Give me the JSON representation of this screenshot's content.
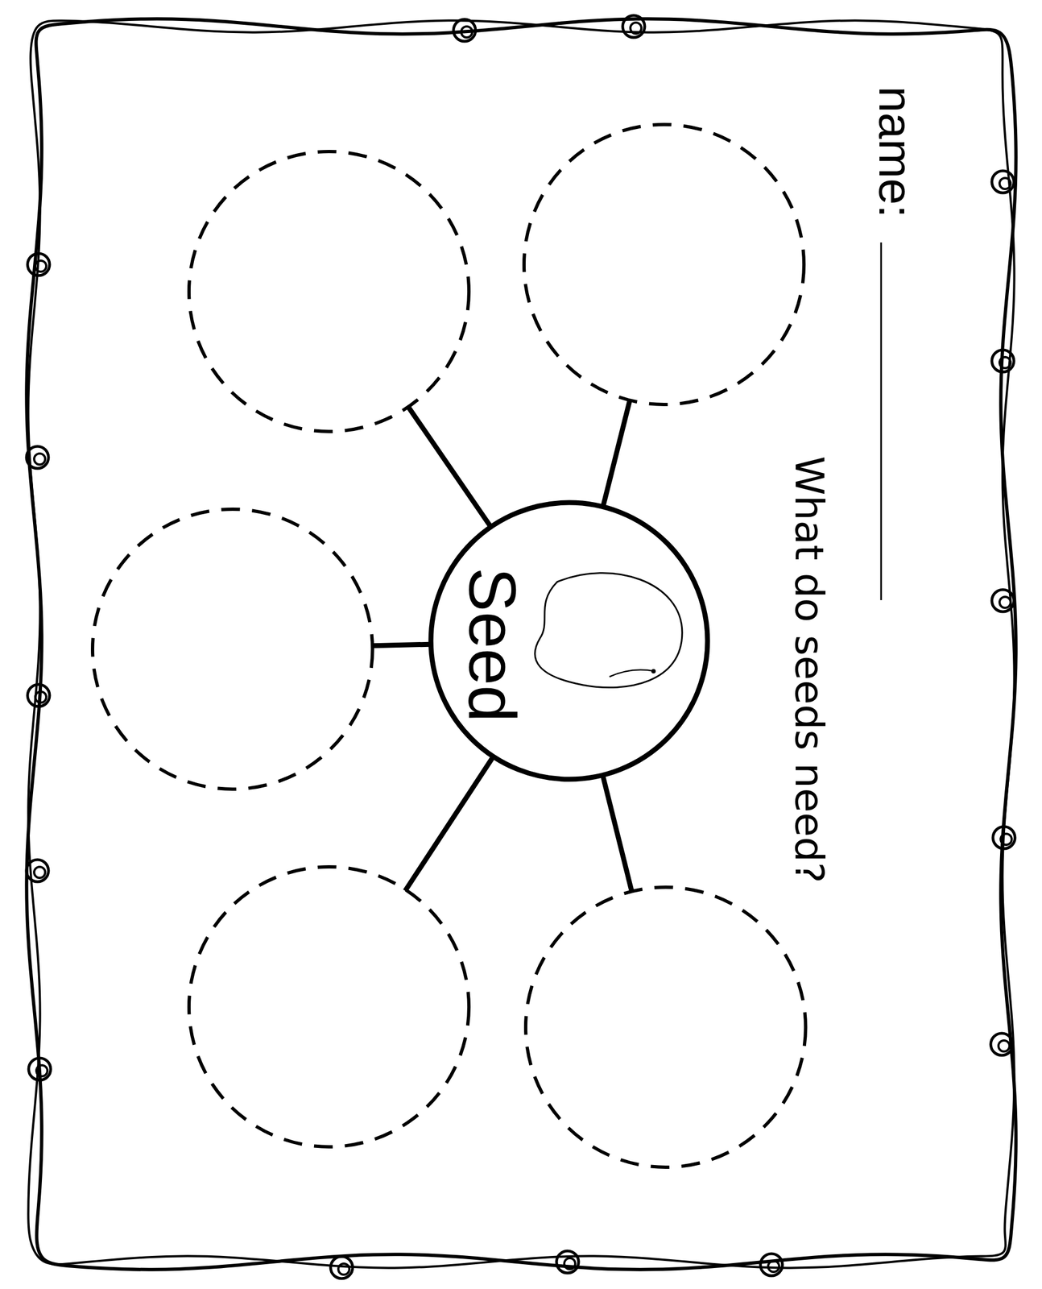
{
  "diagram": {
    "title": "What do seeds need?",
    "nodes": [
      {
        "text": [
          "Seed"
        ]
      }
    ],
    "labels": [
      "name:"
    ]
  }
}
